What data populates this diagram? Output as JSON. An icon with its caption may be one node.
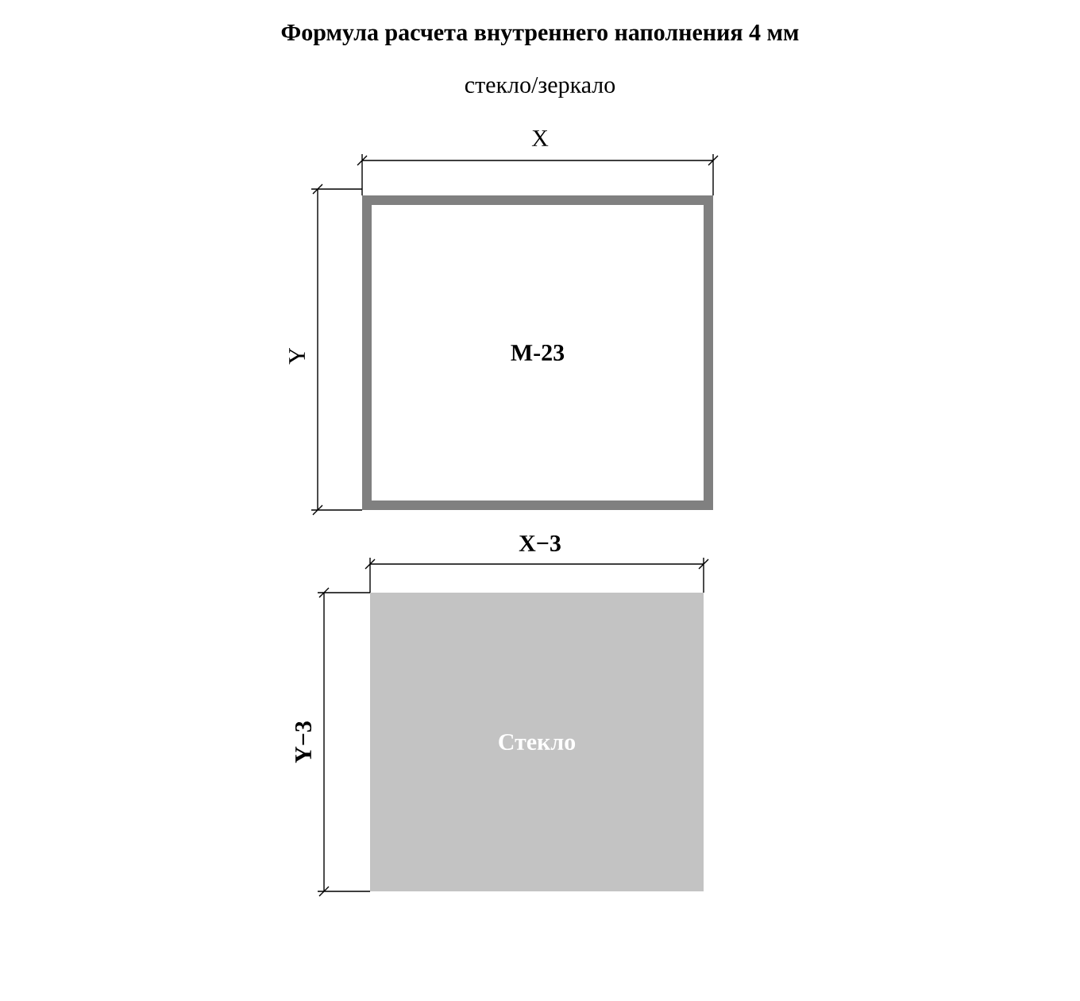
{
  "diagram": {
    "title": "Формула расчета внутреннего наполнения 4 мм",
    "nodes": [
      {
        "text": [
          "M-23"
        ]
      },
      {
        "text": [
          "Стекло"
        ]
      }
    ],
    "edges": [],
    "labels": [
      "стекло/зеркало",
      "X",
      "Y",
      "X−3",
      "Y−3"
    ]
  }
}
